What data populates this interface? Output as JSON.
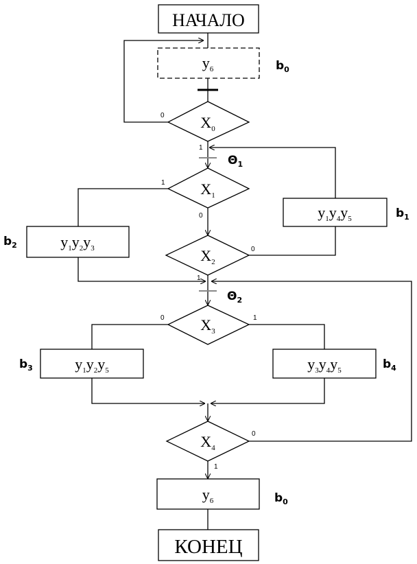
{
  "start_label": "НАЧАЛО",
  "end_label": "КОНЕЦ",
  "operators": {
    "op_y6_top": [
      [
        "y",
        "6"
      ]
    ],
    "op_y1y4y5": [
      [
        "y",
        "1"
      ],
      [
        "y",
        "4"
      ],
      [
        "y",
        "5"
      ]
    ],
    "op_y1y2y3": [
      [
        "y",
        "1"
      ],
      [
        "y",
        "2"
      ],
      [
        "y",
        "3"
      ]
    ],
    "op_y1y2y5": [
      [
        "y",
        "1"
      ],
      [
        "y",
        "2"
      ],
      [
        "y",
        "5"
      ]
    ],
    "op_y3y4y5": [
      [
        "y",
        "3"
      ],
      [
        "y",
        "4"
      ],
      [
        "y",
        "5"
      ]
    ],
    "op_y6_bottom": [
      [
        "y",
        "6"
      ]
    ]
  },
  "conditions": {
    "x0": [
      "X",
      "0"
    ],
    "x1": [
      "X",
      "1"
    ],
    "x2": [
      "X",
      "2"
    ],
    "x3": [
      "X",
      "3"
    ],
    "x4": [
      "X",
      "4"
    ]
  },
  "state_labels": {
    "b0_top": [
      "b",
      "0"
    ],
    "b1": [
      "b",
      "1"
    ],
    "b2": [
      "b",
      "2"
    ],
    "b3": [
      "b",
      "3"
    ],
    "b4": [
      "b",
      "4"
    ],
    "b0_bottom": [
      "b",
      "0"
    ]
  },
  "theta_labels": {
    "theta1": [
      "Θ",
      "1"
    ],
    "theta2": [
      "Θ",
      "2"
    ]
  },
  "edge_labels": {
    "x0_false": "0",
    "x0_true": "1",
    "x1_true": "1",
    "x1_false": "0",
    "x2_false": "0",
    "x2_true": "1",
    "x3_false": "0",
    "x3_true": "1",
    "x4_false": "0",
    "x4_true": "1"
  }
}
